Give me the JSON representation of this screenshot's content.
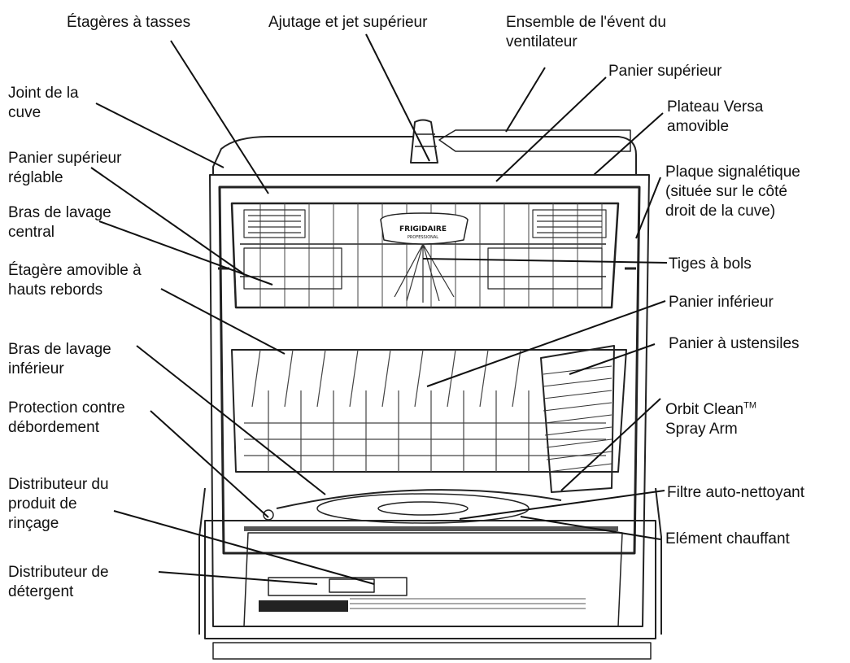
{
  "labels": {
    "etageres_tasses": {
      "l1": "Étagères à tasses"
    },
    "ajutage": {
      "l1": "Ajutage et jet supérieur"
    },
    "evenement": {
      "l1": "Ensemble de l'évent du",
      "l2": "ventilateur"
    },
    "joint": {
      "l1": "Joint de la",
      "l2": "cuve"
    },
    "panier_sup": {
      "l1": "Panier supérieur"
    },
    "plateau_versa": {
      "l1": "Plateau Versa",
      "l2": "amovible"
    },
    "panier_sup_reglable": {
      "l1": "Panier supérieur",
      "l2": "réglable"
    },
    "plaque": {
      "l1": "Plaque signalétique",
      "l2": "(située sur le côté",
      "l3": "droit de la cuve)"
    },
    "bras_central": {
      "l1": "Bras de lavage",
      "l2": "central"
    },
    "tiges_bols": {
      "l1": "Tiges à bols"
    },
    "etagere_amovible": {
      "l1": "Étagère amovible à",
      "l2": "hauts rebords"
    },
    "panier_inf": {
      "l1": "Panier inférieur"
    },
    "bras_inf": {
      "l1": "Bras de lavage",
      "l2": "inférieur"
    },
    "panier_ustensiles": {
      "l1": "Panier à ustensiles"
    },
    "protection": {
      "l1": "Protection contre",
      "l2": "débordement"
    },
    "orbit": {
      "l1": "Orbit Clean",
      "tm": "TM",
      "l2": "Spray Arm"
    },
    "distributeur_rincage": {
      "l1": "Distributeur du",
      "l2": "produit de",
      "l3": "rinçage"
    },
    "filtre": {
      "l1": "Filtre auto-nettoyant"
    },
    "element": {
      "l1": "Elément chauffant"
    },
    "distributeur_detergent": {
      "l1": "Distributeur de",
      "l2": "détergent"
    }
  },
  "logo": {
    "text": "FRIGIDAIRE",
    "sub": "PROFESSIONAL"
  },
  "colors": {
    "line": "#111111",
    "fill": "#ffffff",
    "wire": "#333333"
  }
}
